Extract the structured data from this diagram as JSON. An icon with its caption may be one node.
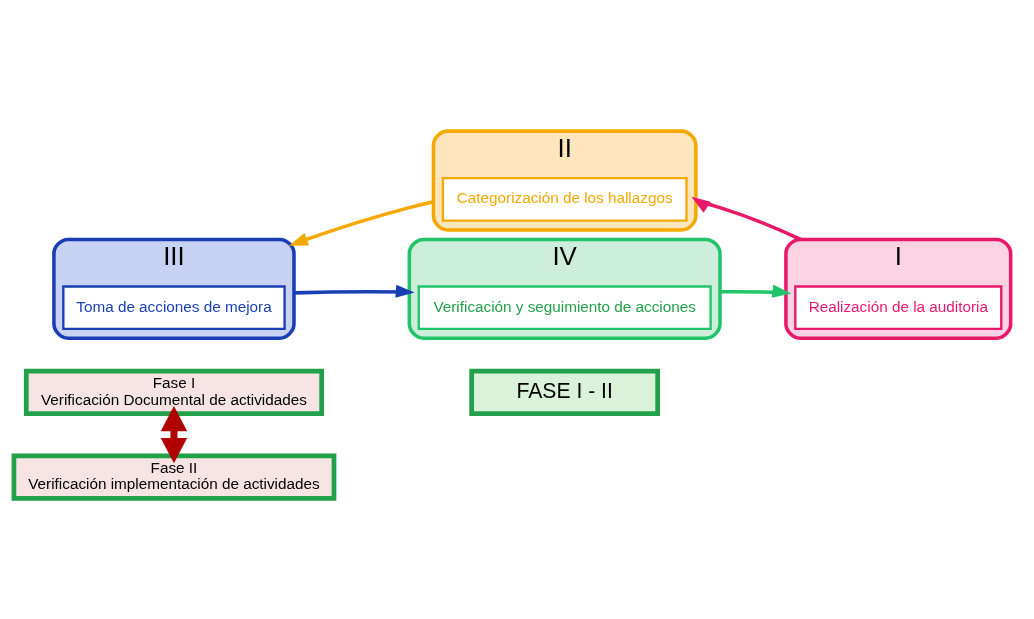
{
  "diagram": {
    "nodes": [
      {
        "text": [
          "Fase I",
          "Verificación Documental de actividades"
        ]
      },
      {
        "text": [
          "Fase II",
          "Verificación implementación de actividades"
        ]
      },
      {
        "text": [
          "I"
        ]
      },
      {
        "text": [
          "Realización de la auditoria"
        ],
        "in": 2
      },
      {
        "text": [
          "II"
        ]
      },
      {
        "text": [
          "Categorización de los hallazgos"
        ],
        "in": 4
      },
      {
        "text": [
          "III"
        ]
      },
      {
        "text": [
          "Toma de acciones de mejora"
        ],
        "in": 6
      },
      {
        "text": [
          "IV"
        ]
      },
      {
        "text": [
          "Verificación y seguimiento de acciones"
        ],
        "in": 8
      },
      {
        "text": [
          "FASE I - II"
        ]
      }
    ],
    "edges": [
      {
        "from": 0,
        "to": 1,
        "arrow": "both",
        "style": "thick",
        "color": "#b00000"
      },
      {
        "from": 2,
        "to": 4,
        "arrow": "to",
        "color": "#e8196b"
      },
      {
        "from": 4,
        "to": 6,
        "arrow": "to",
        "color": "#f5a800"
      },
      {
        "from": 6,
        "to": 8,
        "arrow": "to",
        "color": "#1a3fb5"
      },
      {
        "from": 8,
        "to": 2,
        "arrow": "to",
        "color": "#22c46a"
      }
    ]
  }
}
